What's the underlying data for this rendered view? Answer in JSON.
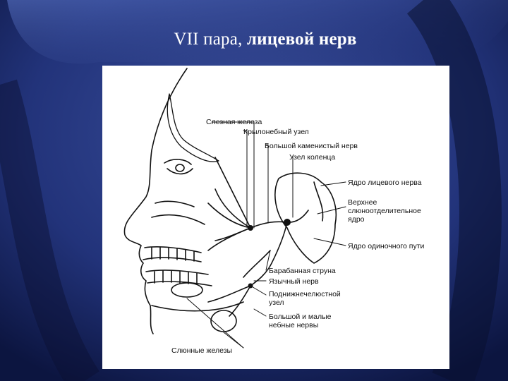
{
  "slide": {
    "title_plain": "VII пара, ",
    "title_bold": "лицевой нерв"
  },
  "diagram": {
    "labels": {
      "lacrimal_gland": "Слезная железа",
      "pterygopalatine_ganglion": "Крылонебный узел",
      "greater_petrosal_nerve": "Большой каменистый нерв",
      "geniculate_ganglion": "Узел коленца",
      "facial_nucleus": "Ядро лицевого нерва",
      "superior_salivatory_nucleus": "Верхнее\nслюноотделительное\nядро",
      "solitary_nucleus": "Ядро одиночного пути",
      "chorda_tympani": "Барабанная струна",
      "lingual_nerve": "Язычный нерв",
      "submandibular_ganglion": "Поднижнечелюстной\nузел",
      "palatine_nerves": "Большой и малые\nнебные нервы",
      "salivary_glands": "Слюнные железы"
    }
  }
}
